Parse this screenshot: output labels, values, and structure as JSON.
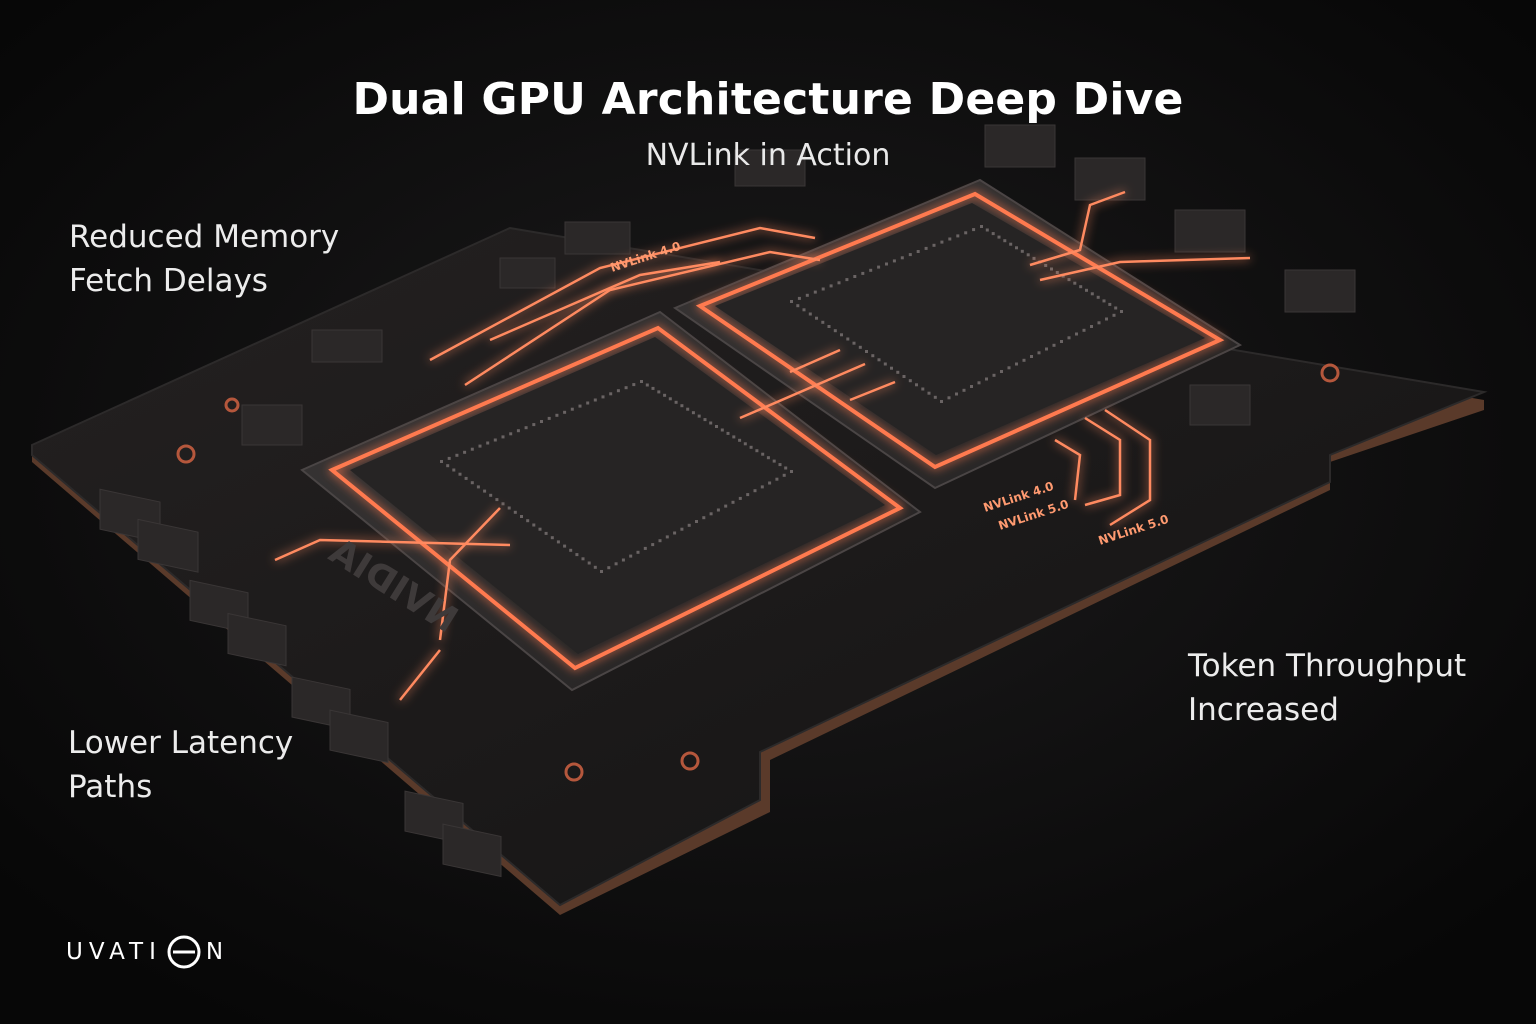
{
  "header": {
    "title": "Dual GPU Architecture Deep Dive",
    "subtitle": "NVLink in Action"
  },
  "callouts": [
    {
      "id": "memory",
      "lines": [
        "Reduced Memory",
        "Fetch Delays"
      ]
    },
    {
      "id": "latency",
      "lines": [
        "Lower Latency",
        "Paths"
      ]
    },
    {
      "id": "throughput",
      "lines": [
        "Token Throughput",
        "Increased"
      ]
    }
  ],
  "board": {
    "brand_text": "NVIDIA",
    "chip_labels": [
      "NVLink 4.0",
      "NVLink 5.0"
    ],
    "label_top": "NVLink 4.0",
    "label_r1": "NVLink 4.0",
    "label_r2": "NVLink 5.0",
    "label_r3": "NVLink 5.0"
  },
  "logo": {
    "text_left": "UVATI",
    "text_right": "N"
  },
  "colors": {
    "background": "#0b0b0c",
    "board": "#1a1818",
    "glow": "#ff7a50",
    "text": "#ffffff"
  }
}
